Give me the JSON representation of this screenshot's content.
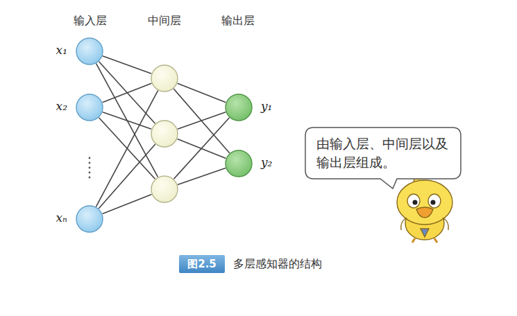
{
  "diagram": {
    "caption": "多层感知器的结构",
    "nodes": [
      {
        "text": [
          "x₁"
        ]
      },
      {
        "text": [
          "x₂"
        ]
      },
      {
        "text": [
          "xₙ"
        ]
      },
      {
        "text": []
      },
      {
        "text": []
      },
      {
        "text": []
      },
      {
        "text": [
          "y₁"
        ]
      },
      {
        "text": [
          "y₂"
        ]
      },
      {
        "text": [
          "由输入层、中间层以及输出层组成。"
        ]
      }
    ],
    "edges": [
      {
        "from": 0,
        "to": 3,
        "arrow": "none"
      },
      {
        "from": 0,
        "to": 4,
        "arrow": "none"
      },
      {
        "from": 0,
        "to": 5,
        "arrow": "none"
      },
      {
        "from": 1,
        "to": 3,
        "arrow": "none"
      },
      {
        "from": 1,
        "to": 4,
        "arrow": "none"
      },
      {
        "from": 1,
        "to": 5,
        "arrow": "none"
      },
      {
        "from": 2,
        "to": 3,
        "arrow": "none"
      },
      {
        "from": 2,
        "to": 4,
        "arrow": "none"
      },
      {
        "from": 2,
        "to": 5,
        "arrow": "none"
      },
      {
        "from": 3,
        "to": 6,
        "arrow": "none"
      },
      {
        "from": 3,
        "to": 7,
        "arrow": "none"
      },
      {
        "from": 4,
        "to": 6,
        "arrow": "none"
      },
      {
        "from": 4,
        "to": 7,
        "arrow": "none"
      },
      {
        "from": 5,
        "to": 6,
        "arrow": "none"
      },
      {
        "from": 5,
        "to": 7,
        "arrow": "none"
      }
    ],
    "labels": [
      "输入层",
      "中间层",
      "输出层",
      "图2.5"
    ]
  }
}
